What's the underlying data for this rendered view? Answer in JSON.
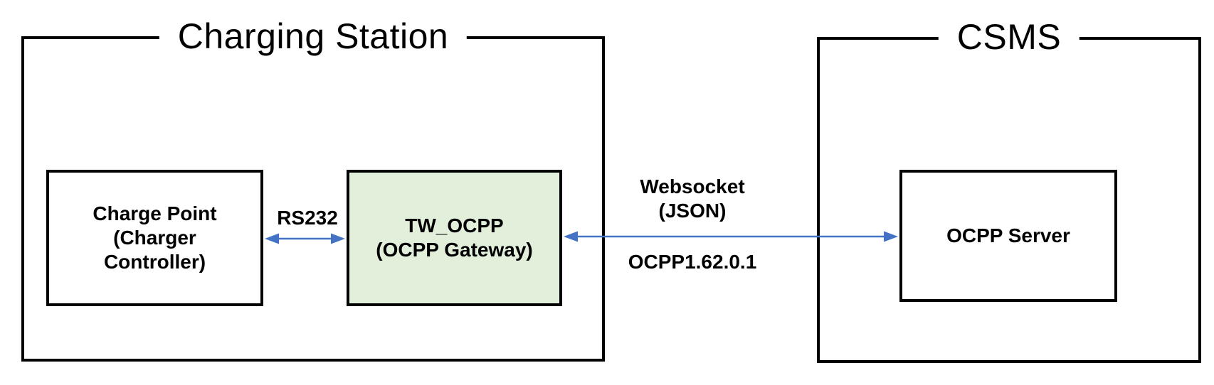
{
  "colors": {
    "background": "#FFFFFF",
    "accent_blue": "#4472C4",
    "gateway_fill": "#E2EFDA",
    "box_border": "#000000",
    "text": "#000000"
  },
  "charging_station": {
    "title": "Charging Station",
    "charge_point": {
      "lines": [
        "Charge Point",
        "(Charger",
        "Controller)"
      ]
    },
    "gateway": {
      "lines": [
        "TW_OCPP",
        "(OCPP Gateway)"
      ]
    }
  },
  "csms": {
    "title": "CSMS",
    "server": {
      "label": "OCPP Server"
    }
  },
  "connections": {
    "rs232": {
      "label": "RS232"
    },
    "websocket": {
      "labels_above": [
        "Websocket",
        "(JSON)"
      ],
      "label_below": "OCPP1.62.0.1"
    }
  }
}
